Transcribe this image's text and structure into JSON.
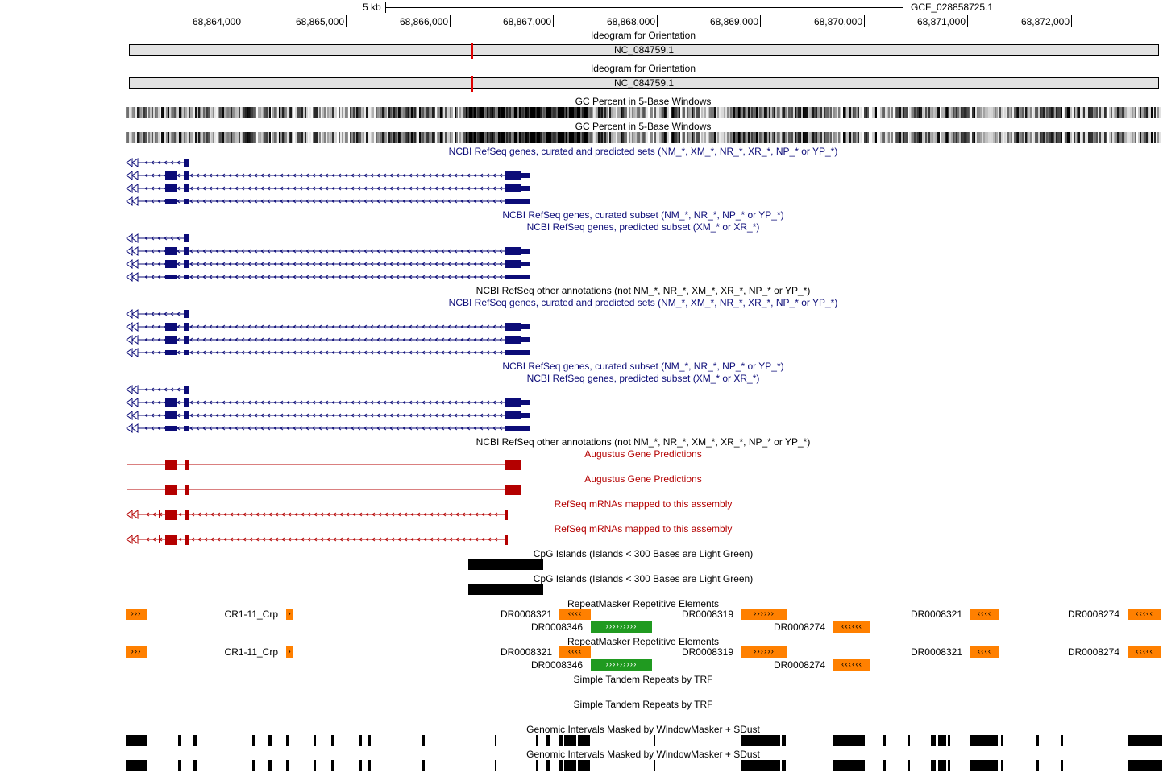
{
  "ruler": {
    "scale_label": "5 kb",
    "assembly_label": "GCF_028858725.1",
    "positions": [
      "68,864,000",
      "68,865,000",
      "68,866,000",
      "68,867,000",
      "68,868,000",
      "68,869,000",
      "68,870,000",
      "68,871,000",
      "68,872,000"
    ]
  },
  "tracks": {
    "ideogram_title": "Ideogram for Orientation",
    "chromosome": "NC_084759.1",
    "gc_title": "GC Percent in 5-Base Windows",
    "refseq_all_title": "NCBI RefSeq genes, curated and predicted sets (NM_*, XM_*, NR_*, XR_*, NP_* or YP_*)",
    "refseq_curated_title": "NCBI RefSeq genes, curated subset (NM_*, NR_*, NP_* or YP_*)",
    "refseq_predicted_title": "NCBI RefSeq genes, predicted subset (XM_* or XR_*)",
    "refseq_other_title": "NCBI RefSeq other annotations (not NM_*, NR_*, XM_*, XR_*, NP_* or YP_*)",
    "augustus_title": "Augustus Gene Predictions",
    "refseq_mrna_title": "RefSeq mRNAs mapped to this assembly",
    "cpg_title": "CpG Islands (Islands < 300 Bases are Light Green)",
    "repeatmasker_title": "RepeatMasker Repetitive Elements",
    "trf_title": "Simple Tandem Repeats by TRF",
    "windowmasker_title": "Genomic Intervals Masked by WindowMasker + SDust"
  },
  "repeats": {
    "cr1": "CR1-11_Crp",
    "dr8321": "DR0008321",
    "dr8346": "DR0008346",
    "dr8319": "DR0008319",
    "dr8274": "DR0008274",
    "glyph_rev4": "‹‹‹‹",
    "glyph_rev5": "‹‹‹‹‹",
    "glyph_rev6": "‹‹‹‹‹‹",
    "glyph_fwd3": "›››",
    "glyph_fwd1": "›",
    "glyph_fwd6": "››››››",
    "glyph_fwd9": "›››››››››"
  },
  "colors": {
    "refseq": "#0c0c78",
    "augustus": "#b40000",
    "repeat_orange": "#ff8000",
    "repeat_green": "#209a20",
    "ideogram_marker": "#e00000"
  }
}
